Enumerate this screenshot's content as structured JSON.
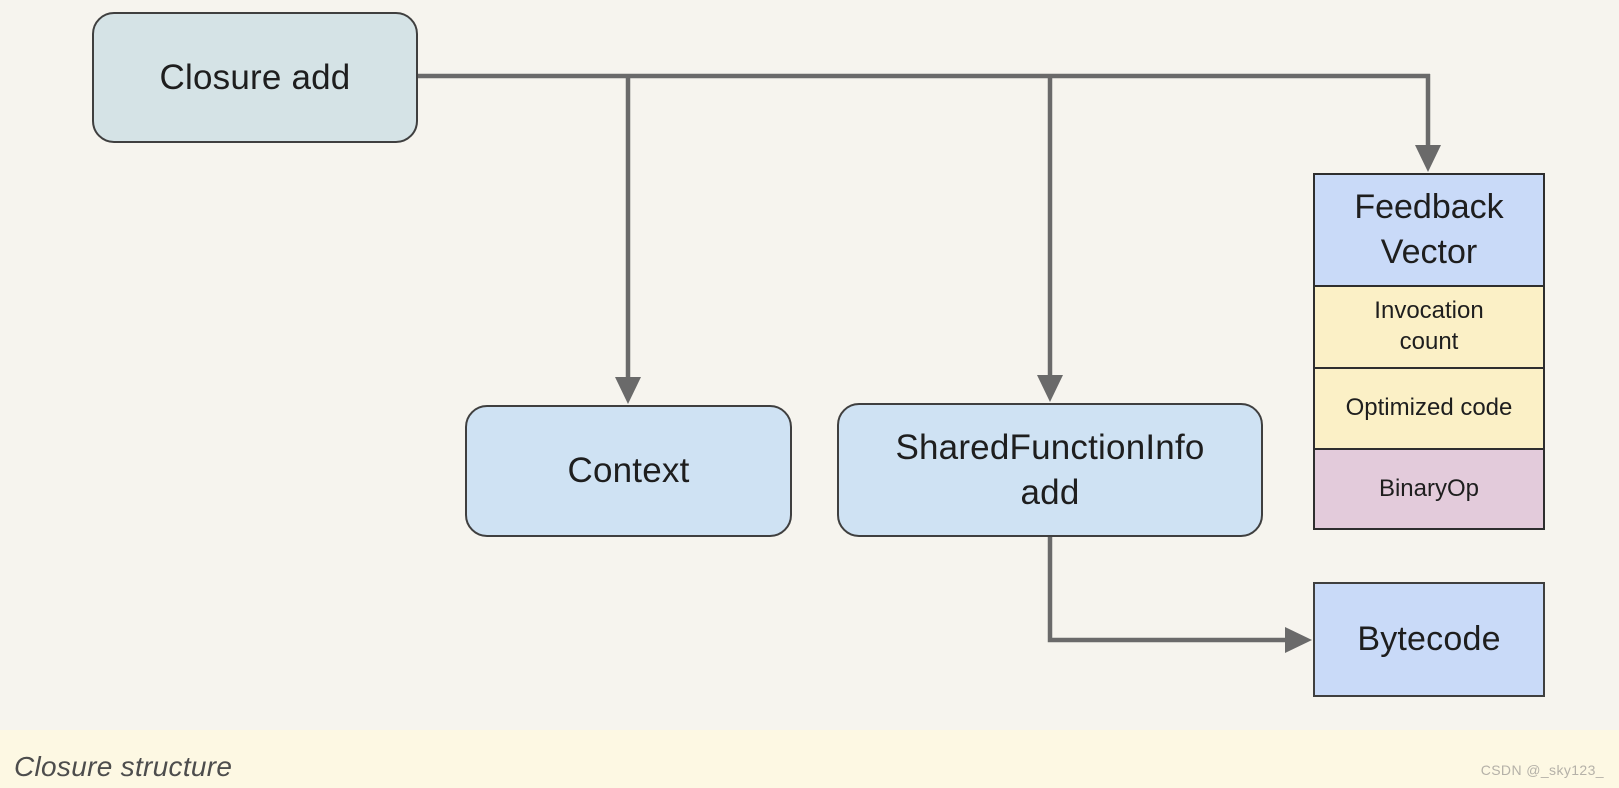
{
  "nodes": {
    "closure": {
      "label": "Closure add"
    },
    "context": {
      "label": "Context"
    },
    "shared_function_info": {
      "label": "SharedFunctionInfo\nadd"
    },
    "bytecode": {
      "label": "Bytecode"
    }
  },
  "feedback_vector_stack": {
    "header": {
      "label": "Feedback\nVector"
    },
    "rows": [
      {
        "id": "invocation-count",
        "label": "Invocation\ncount"
      },
      {
        "id": "optimized-code",
        "label": "Optimized code"
      },
      {
        "id": "binary-op",
        "label": "BinaryOp"
      }
    ]
  },
  "edges": [
    {
      "from": "Closure add",
      "to": "Context"
    },
    {
      "from": "Closure add",
      "to": "SharedFunctionInfo add"
    },
    {
      "from": "Closure add",
      "to": "Feedback Vector"
    },
    {
      "from": "SharedFunctionInfo add",
      "to": "Bytecode"
    }
  ],
  "caption": {
    "text": "Closure structure"
  },
  "watermark": {
    "text": "CSDN @_sky123_"
  },
  "colors": {
    "bg": "#f6f4ee",
    "band": "#fdf8e3",
    "border": "#3f3f3f",
    "stack_border": "#2e2e2e",
    "arrow": "#6a6a6a",
    "text": "#1e1e1e",
    "closure_fill": "#d5e3e6",
    "blue_fill": "#cfe2f3",
    "cornflower_fill": "#c9daf8",
    "yellow_fill": "#fbf0c6",
    "pink_fill": "#e3cbdb",
    "caption_color": "#4d4d4d",
    "watermark_color": "#b5b1a8"
  }
}
